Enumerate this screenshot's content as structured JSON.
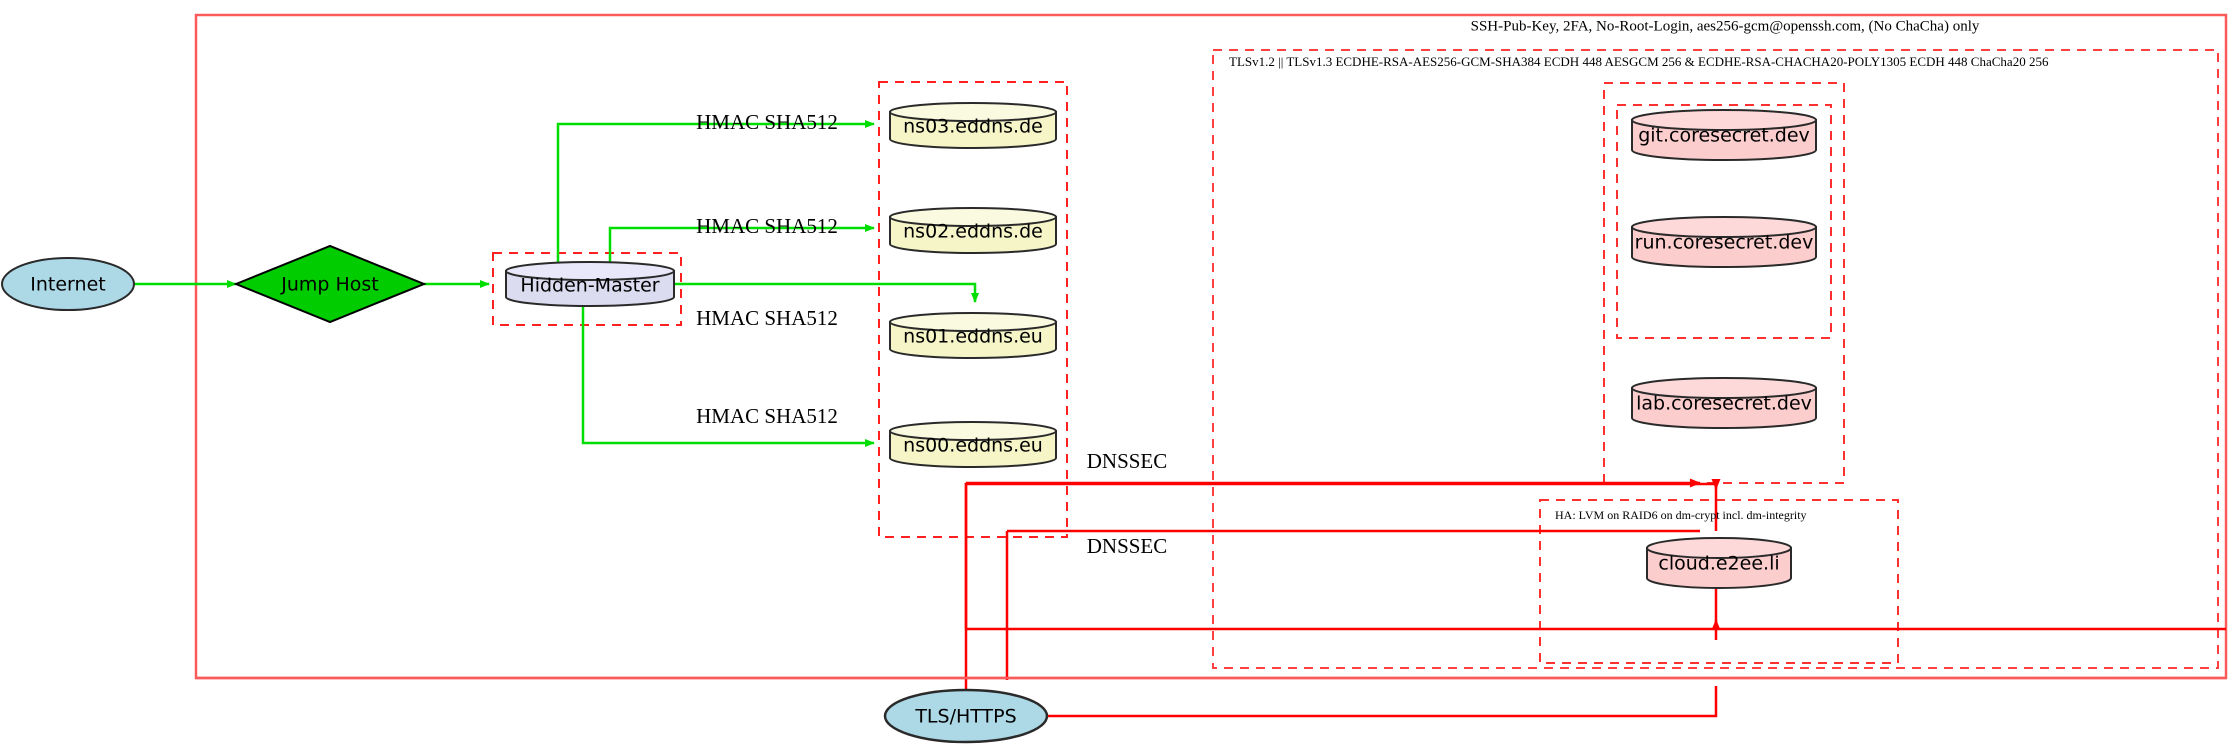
{
  "diagram": {
    "title": "Network infrastructure topology",
    "colors": {
      "boundary_red": "#ff0000",
      "boundary_red_soft": "#fa5a5a",
      "edge_green": "#00dd00",
      "edge_red": "#ff0000",
      "db_yellow": "#f5f5c8",
      "db_pink": "#fbcdcd",
      "db_lavender": "#dcdcf0",
      "ellipse_blue": "#add8e6",
      "diamond_green": "#00cc00",
      "stroke_dark": "#2a2a2a"
    }
  },
  "boundaries": {
    "outer_ssh": {
      "label": "SSH-Pub-Key, 2FA, No-Root-Login, aes256-gcm@openssh.com, (No ChaCha) only",
      "style": "solid"
    },
    "tls_zone": {
      "label": "TLSv1.2 || TLSv1.3 ECDHE-RSA-AES256-GCM-SHA384 ECDH 448 AESGCM 256 & ECDHE-RSA-CHACHA20-POLY1305 ECDH 448 ChaCha20 256",
      "style": "dashed"
    },
    "ha_zone": {
      "label": "HA: LVM on RAID6 on dm-crypt incl. dm-integrity",
      "style": "dashed"
    },
    "hidden_master_zone": {
      "label": "",
      "style": "dashed"
    },
    "ns_zone": {
      "label": "",
      "style": "dashed"
    },
    "coresecret_outer_zone": {
      "label": "",
      "style": "dashed"
    },
    "coresecret_inner_zone": {
      "label": "",
      "style": "dashed"
    }
  },
  "nodes": {
    "internet": {
      "label": "Internet",
      "shape": "ellipse",
      "fill": "#add8e6"
    },
    "jump_host": {
      "label": "Jump Host",
      "shape": "diamond",
      "fill": "#00cc00"
    },
    "hidden_master": {
      "label": "Hidden-Master",
      "shape": "cylinder",
      "fill": "#dcdcf0"
    },
    "ns03": {
      "label": "ns03.eddns.de",
      "shape": "cylinder",
      "fill": "#f5f5c8"
    },
    "ns02": {
      "label": "ns02.eddns.de",
      "shape": "cylinder",
      "fill": "#f5f5c8"
    },
    "ns01": {
      "label": "ns01.eddns.eu",
      "shape": "cylinder",
      "fill": "#f5f5c8"
    },
    "ns00": {
      "label": "ns00.eddns.eu",
      "shape": "cylinder",
      "fill": "#f5f5c8"
    },
    "git": {
      "label": "git.coresecret.dev",
      "shape": "cylinder",
      "fill": "#fbcdcd"
    },
    "run": {
      "label": "run.coresecret.dev",
      "shape": "cylinder",
      "fill": "#fbcdcd"
    },
    "lab": {
      "label": "lab.coresecret.dev",
      "shape": "cylinder",
      "fill": "#fbcdcd"
    },
    "cloud": {
      "label": "cloud.e2ee.li",
      "shape": "cylinder",
      "fill": "#fbcdcd"
    },
    "tls_https": {
      "label": "TLS/HTTPS",
      "shape": "ellipse",
      "fill": "#add8e6"
    }
  },
  "edges": [
    {
      "from": "internet",
      "to": "jump_host",
      "label": "",
      "color": "green"
    },
    {
      "from": "jump_host",
      "to": "hidden_master",
      "label": "",
      "color": "green"
    },
    {
      "from": "hidden_master",
      "to": "ns03",
      "label": "HMAC SHA512",
      "color": "green"
    },
    {
      "from": "hidden_master",
      "to": "ns02",
      "label": "HMAC SHA512",
      "color": "green"
    },
    {
      "from": "hidden_master",
      "to": "ns01",
      "label": "HMAC SHA512",
      "color": "green"
    },
    {
      "from": "hidden_master",
      "to": "ns00",
      "label": "HMAC SHA512",
      "color": "green"
    },
    {
      "from": "tls_https",
      "to": "coresecret_outer_zone",
      "label": "DNSSEC",
      "color": "red"
    },
    {
      "from": "tls_https",
      "to": "ha_zone",
      "label": "DNSSEC",
      "color": "red"
    }
  ],
  "edge_labels": {
    "hmac": "HMAC SHA512",
    "dnssec": "DNSSEC"
  }
}
